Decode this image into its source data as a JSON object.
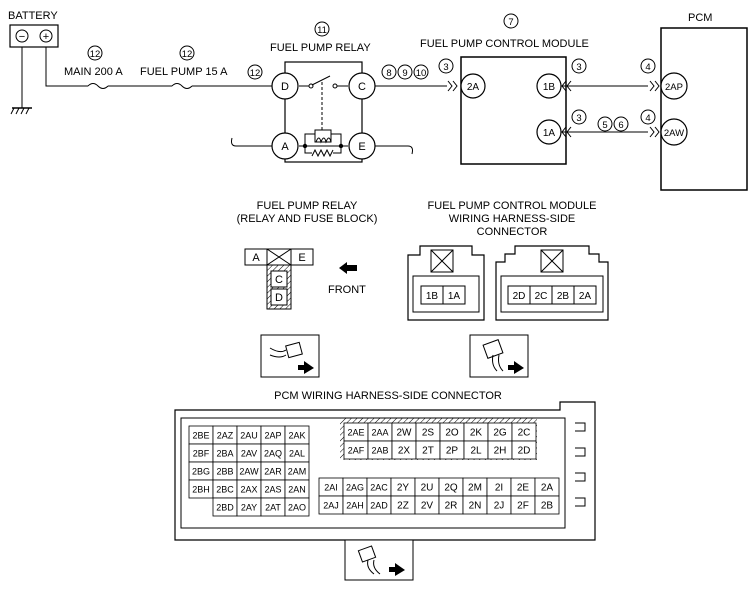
{
  "battery": {
    "label": "BATTERY",
    "neg": "−",
    "pos": "+"
  },
  "main_fuse": {
    "label": "MAIN 200 A",
    "ref": "12"
  },
  "pump_fuse": {
    "label": "FUEL PUMP 15 A",
    "ref": "12"
  },
  "wire_ref_12": "12",
  "relay": {
    "title": "FUEL PUMP RELAY",
    "ref": "11",
    "term_d": "D",
    "term_c": "C",
    "term_a": "A",
    "term_e": "E"
  },
  "relay_out_refs": [
    "8",
    "9",
    "10"
  ],
  "module": {
    "title": "FUEL PUMP CONTROL MODULE",
    "ref": "7",
    "pin_2a": "2A",
    "pin_1b": "1B",
    "pin_1a": "1A"
  },
  "module_in_ref": "3",
  "link_refs": {
    "top_left": "3",
    "top_right": "4",
    "bot_left": "3",
    "bot_mid_a": "5",
    "bot_mid_b": "6",
    "bot_right": "4"
  },
  "pcm": {
    "title": "PCM",
    "pin_2ap": "2AP",
    "pin_2aw": "2AW"
  },
  "relay_connector": {
    "title_1": "FUEL PUMP RELAY",
    "title_2": "(RELAY AND FUSE BLOCK)",
    "cells_top": [
      "A",
      "",
      "E"
    ],
    "cells_col": [
      "C",
      "D"
    ],
    "front": "FRONT"
  },
  "module_connector": {
    "title_1": "FUEL PUMP CONTROL MODULE",
    "title_2": "WIRING HARNESS-SIDE",
    "title_3": "CONNECTOR",
    "left_pins": [
      "1B",
      "1A"
    ],
    "right_pins": [
      "2D",
      "2C",
      "2B",
      "2A"
    ]
  },
  "pcm_connector": {
    "title": "PCM WIRING HARNESS-SIDE CONNECTOR",
    "left_block": [
      [
        "2BE",
        "2AZ",
        "2AU",
        "2AP",
        "2AK"
      ],
      [
        "2BF",
        "2BA",
        "2AV",
        "2AQ",
        "2AL"
      ],
      [
        "2BG",
        "2BB",
        "2AW",
        "2AR",
        "2AM"
      ],
      [
        "2BH",
        "2BC",
        "2AX",
        "2AS",
        "2AN"
      ],
      [
        "",
        "2BD",
        "2AY",
        "2AT",
        "2AO"
      ]
    ],
    "top_block": [
      [
        "2AE",
        "2AA",
        "2W",
        "2S",
        "2O",
        "2K",
        "2G",
        "2C"
      ],
      [
        "2AF",
        "2AB",
        "2X",
        "2T",
        "2P",
        "2L",
        "2H",
        "2D"
      ]
    ],
    "bottom_block": [
      [
        "2AI",
        "2AG",
        "2AC",
        "2Y",
        "2U",
        "2Q",
        "2M",
        "2I",
        "2E",
        "2A"
      ],
      [
        "2AJ",
        "2AH",
        "2AD",
        "2Z",
        "2V",
        "2R",
        "2N",
        "2J",
        "2F",
        "2B"
      ]
    ]
  }
}
